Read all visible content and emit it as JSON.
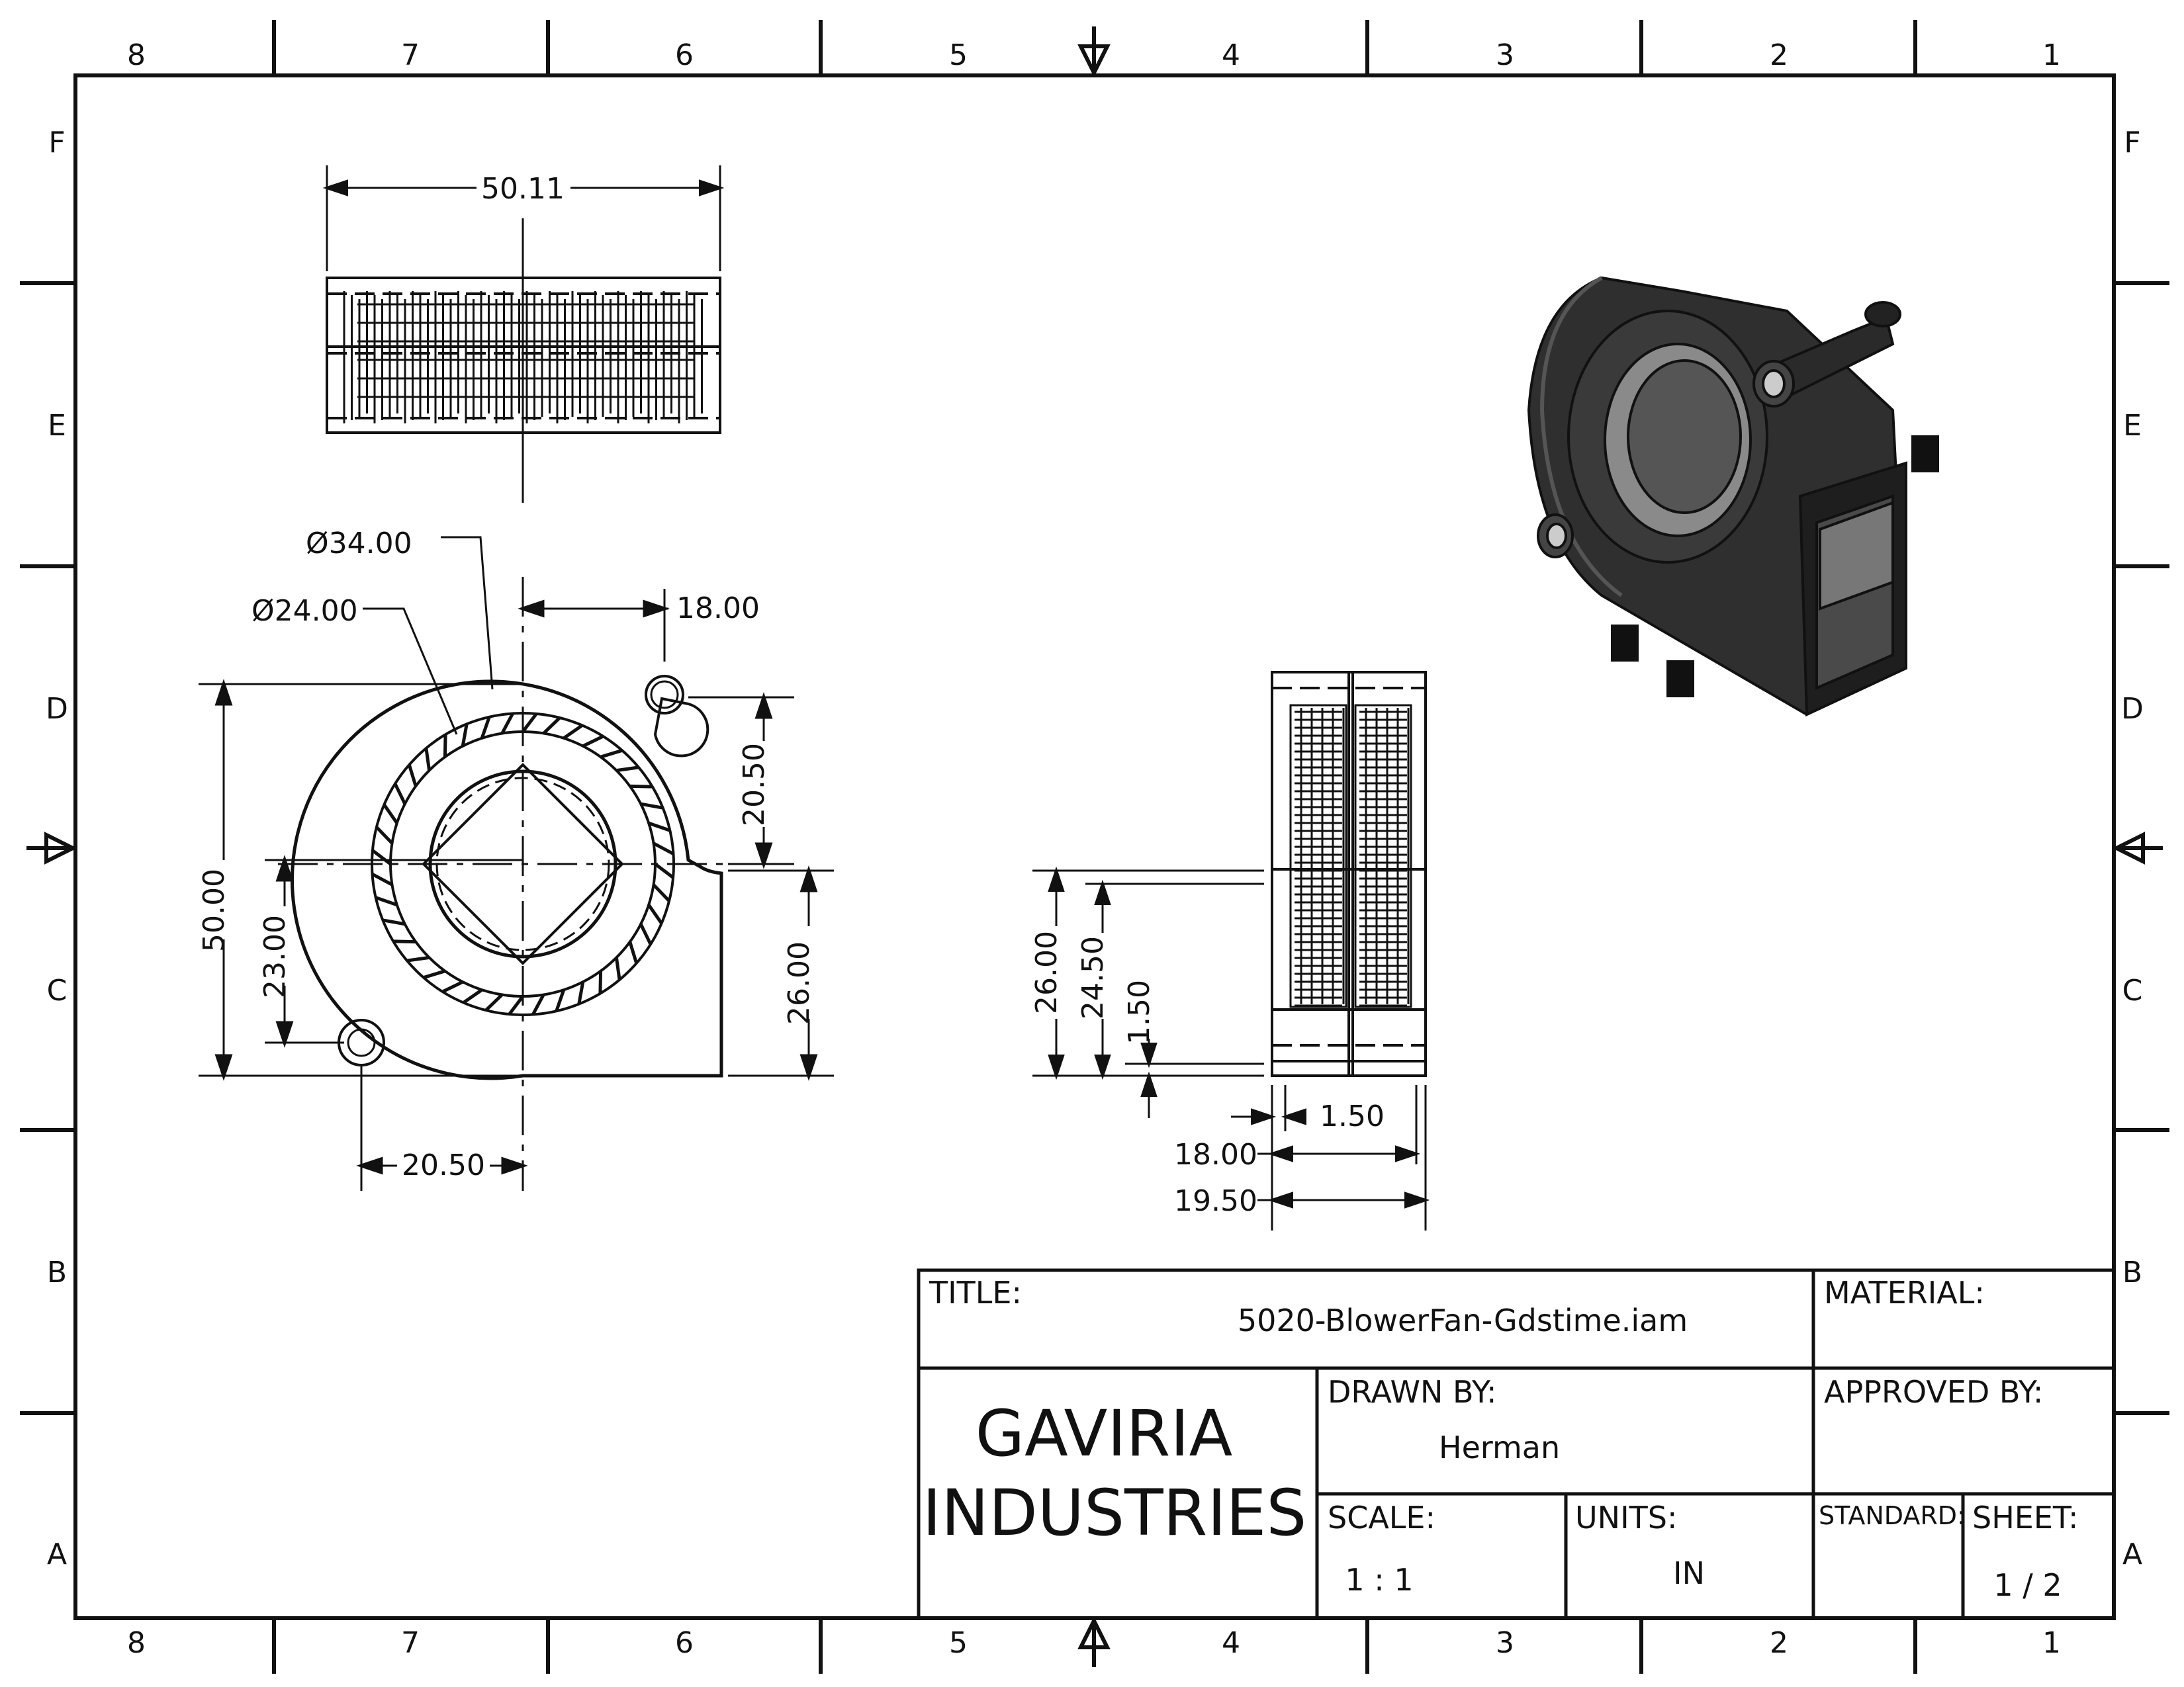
{
  "border": {
    "columns": [
      "8",
      "7",
      "6",
      "5",
      "4",
      "3",
      "2",
      "1"
    ],
    "rows": [
      "F",
      "E",
      "D",
      "C",
      "B",
      "A"
    ]
  },
  "dimensions": {
    "top_width": "50.11",
    "dia_outer": "Ø34.00",
    "dia_inner": "Ø24.00",
    "hub_offset": "18.00",
    "mount_right": "20.50",
    "overall_height": "50.00",
    "left_23": "23.00",
    "outlet_height": "26.00",
    "bottom_20_50": "20.50",
    "side_26": "26.00",
    "side_24_50": "24.50",
    "side_1_50": "1.50",
    "side_bottom_1_50": "1.50",
    "side_18": "18.00",
    "side_19_50": "19.50"
  },
  "title_block": {
    "title_label": "TITLE:",
    "title_value": "5020-BlowerFan-Gdstime.iam",
    "material_label": "MATERIAL:",
    "company_line1": "GAVIRIA",
    "company_line2": "INDUSTRIES",
    "drawn_by_label": "DRAWN BY:",
    "drawn_by_value": "Herman",
    "approved_by_label": "APPROVED BY:",
    "scale_label": "SCALE:",
    "scale_value": "1 : 1",
    "units_label": "UNITS:",
    "units_value": "IN",
    "standard_label": "STANDARD:",
    "sheet_label": "SHEET:",
    "sheet_value": "1 / 2"
  },
  "colors": {
    "ink": "#111111",
    "dark_fill": "#333333",
    "paper": "#ffffff"
  }
}
